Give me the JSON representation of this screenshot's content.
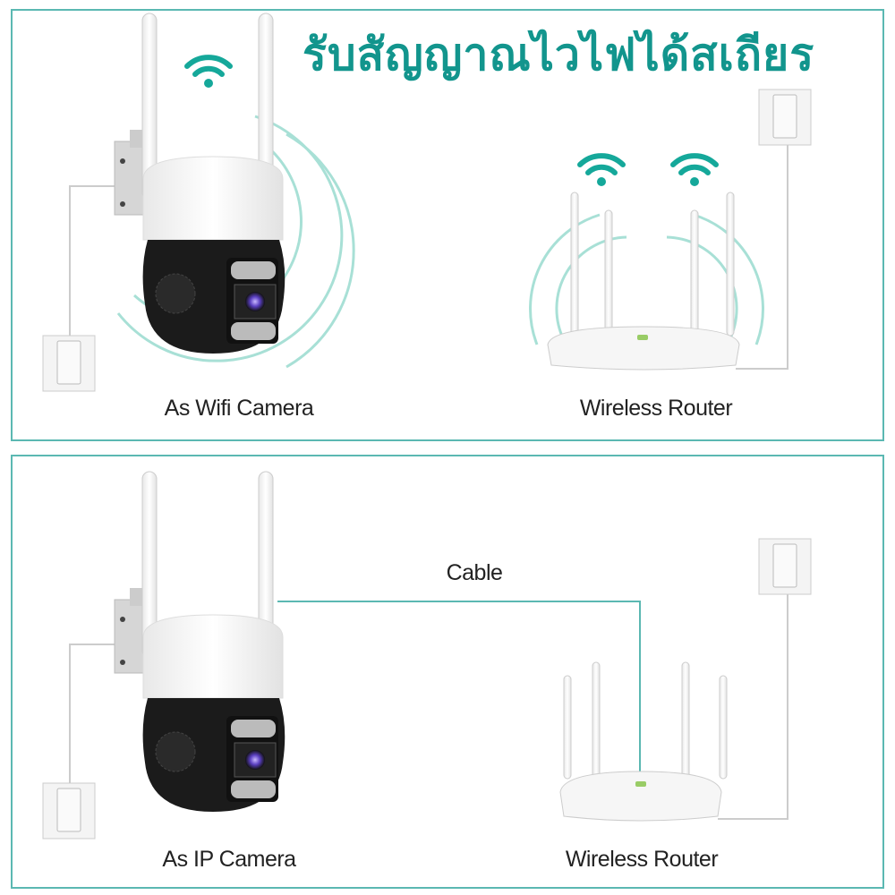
{
  "title": "รับสัญญาณไวไฟได้สเถียร",
  "top_panel": {
    "camera_label": "As Wifi Camera",
    "router_label": "Wireless Router"
  },
  "bottom_panel": {
    "camera_label": "As IP Camera",
    "router_label": "Wireless Router",
    "cable_label": "Cable"
  },
  "colors": {
    "accent": "#12958d",
    "border": "#5bb8b2",
    "signal": "#a8e0d6"
  }
}
